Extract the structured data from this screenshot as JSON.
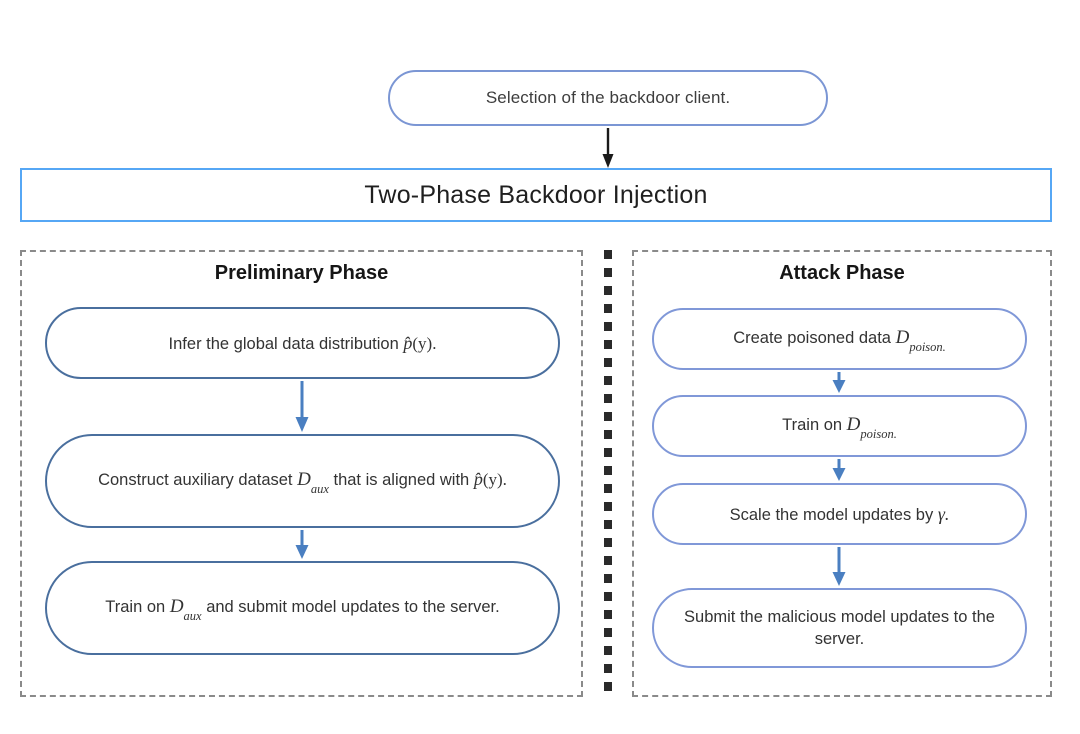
{
  "diagram": {
    "title_node": {
      "label": "Selection of the backdoor client."
    },
    "banner": {
      "label": "Two-Phase Backdoor Injection"
    },
    "panels": [
      {
        "id": "preliminary",
        "title": "Preliminary Phase",
        "nodes": [
          {
            "id": "infer-distribution",
            "text": "Infer the global data distribution p̂(y).",
            "parts": [
              {
                "type": "text",
                "value": "Infer the global data distribution "
              },
              {
                "type": "math",
                "value": "p̂(y)."
              }
            ]
          },
          {
            "id": "construct-auxiliary",
            "text": "Construct auxiliary dataset D_aux that is aligned with p̂(y).",
            "parts": [
              {
                "type": "text",
                "value": "Construct auxiliary dataset "
              },
              {
                "type": "math",
                "value": "D_aux"
              },
              {
                "type": "text",
                "value": " that is aligned with "
              },
              {
                "type": "math",
                "value": "p̂(y)."
              }
            ]
          },
          {
            "id": "train-aux-submit",
            "text": "Train on D_aux and submit model updates to the server.",
            "parts": [
              {
                "type": "text",
                "value": "Train on "
              },
              {
                "type": "math",
                "value": "D_aux"
              },
              {
                "type": "text",
                "value": " and submit model updates to the server."
              }
            ]
          }
        ]
      },
      {
        "id": "attack",
        "title": "Attack Phase",
        "nodes": [
          {
            "id": "create-poisoned-data",
            "text": "Create poisoned data D_poison.",
            "parts": [
              {
                "type": "text",
                "value": "Create poisoned data "
              },
              {
                "type": "math",
                "value": "D_poison."
              }
            ]
          },
          {
            "id": "train-poison",
            "text": "Train on D_poison.",
            "parts": [
              {
                "type": "text",
                "value": "Train on "
              },
              {
                "type": "math",
                "value": "D_poison."
              }
            ]
          },
          {
            "id": "scale-updates",
            "text": "Scale the model updates by γ.",
            "parts": [
              {
                "type": "text",
                "value": "Scale the model updates by "
              },
              {
                "type": "math",
                "value": "γ."
              }
            ]
          },
          {
            "id": "submit-malicious",
            "text": "Submit the malicious model updates to the server.",
            "parts": [
              {
                "type": "text",
                "value": "Submit the malicious model updates to the server."
              }
            ]
          }
        ]
      }
    ],
    "symbols": {
      "D": "D",
      "aux": "aux",
      "poison": "poison",
      "p_hat": "p̂",
      "y_arg": "(y).",
      "gamma": "γ.",
      "period": "."
    },
    "connectors": [
      {
        "id": "top-to-banner",
        "style": "solid-arrow",
        "color": "#1a1a1a"
      },
      {
        "id": "prelim-1-to-2",
        "style": "solid-arrow",
        "color": "#4a7fc1"
      },
      {
        "id": "prelim-2-to-3",
        "style": "solid-arrow",
        "color": "#4a7fc1"
      },
      {
        "id": "attack-1-to-2",
        "style": "solid-arrow",
        "color": "#4a7fc1"
      },
      {
        "id": "attack-2-to-3",
        "style": "solid-arrow",
        "color": "#4a7fc1"
      },
      {
        "id": "attack-3-to-4",
        "style": "solid-arrow",
        "color": "#4a7fc1"
      }
    ],
    "colors": {
      "top_node_border": "#7b96d4",
      "banner_border": "#56a7f5",
      "left_node_border": "#4a6f9e",
      "right_node_border": "#8098d8",
      "panel_border": "#8a8a8a",
      "divider": "#2a2a2a",
      "arrow_blue": "#4a7fc1",
      "arrow_black": "#1a1a1a",
      "background": "#ffffff",
      "text": "#333333"
    }
  }
}
